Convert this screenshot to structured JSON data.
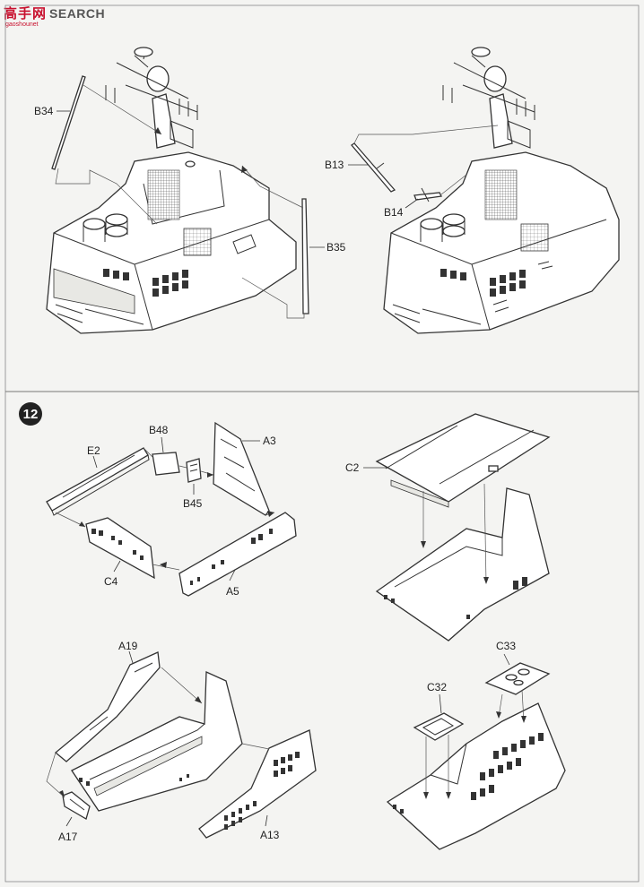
{
  "watermark": {
    "logo_text": "高手网",
    "brand_text": "SEARCH",
    "sub_text": "gaoshounet"
  },
  "step": {
    "number": "12"
  },
  "labels": {
    "b34": "B34",
    "b35": "B35",
    "b13": "B13",
    "b14": "B14",
    "e2": "E2",
    "b48": "B48",
    "a3": "A3",
    "b45": "B45",
    "c4": "C4",
    "a5": "A5",
    "c2": "C2",
    "a19": "A19",
    "a17": "A17",
    "a13": "A13",
    "c32": "C32",
    "c33": "C33"
  },
  "colors": {
    "line": "#333333",
    "paper": "#f4f4f2",
    "watermark": "#c8102e"
  }
}
